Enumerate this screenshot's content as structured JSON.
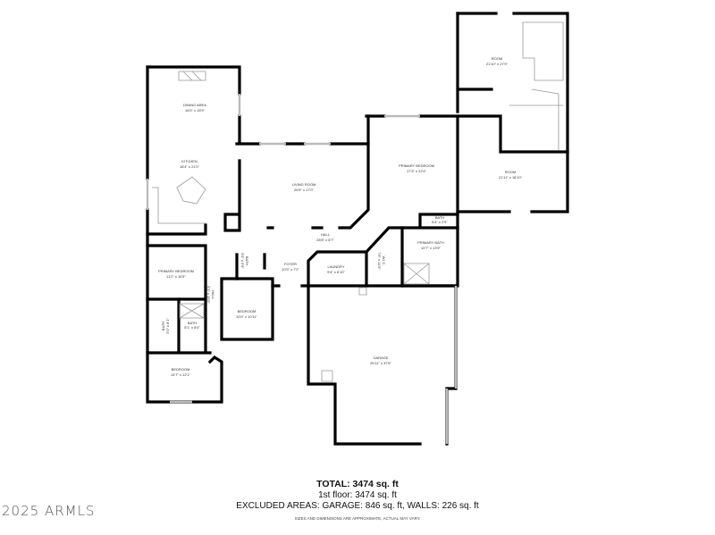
{
  "rooms": [
    {
      "name": "DINING AREA",
      "dims": "16'0\" x 15'9\""
    },
    {
      "name": "KITCHEN",
      "dims": "18'4\" x 21'0\""
    },
    {
      "name": "LIVING ROOM",
      "dims": "26'5\" x 17'0\""
    },
    {
      "name": "HALL",
      "dims": "28'8\" x 6'7\""
    },
    {
      "name": "FOYER",
      "dims": "10'9\" x 7'2\""
    },
    {
      "name": "LAUNDRY",
      "dims": "9'4\" x 6'10\""
    },
    {
      "name": "W.I.C.",
      "dims": "7'6\" x 11'9\""
    },
    {
      "name": "PRIMARY BEDROOM",
      "dims": "17'3\" x 22'4\""
    },
    {
      "name": "BATH",
      "dims": "6'4\" x 2'9\""
    },
    {
      "name": "PRIMARY BATH",
      "dims": "10'7\" x 13'9\""
    },
    {
      "name": "ROOM",
      "dims": "21'10\" x 27'9\""
    },
    {
      "name": "ROOM",
      "dims": "21'11\" x 18'10\""
    },
    {
      "name": "GARAGE",
      "dims": "29'11\" x 37'6\""
    },
    {
      "name": "PRIMARY BEDROOM",
      "dims": "11'2\" x 10'5\""
    },
    {
      "name": "HALL",
      "dims": "5'3\" x 15'9\""
    },
    {
      "name": "BATH",
      "dims": "5'0\" x 8'1\""
    },
    {
      "name": "BATH",
      "dims": "8'1\" x 8'4\""
    },
    {
      "name": "BEDROOM",
      "dims": "10'0\" x 10'11\""
    },
    {
      "name": "BEDROOM",
      "dims": "14'7\" x 12'1\""
    },
    {
      "name": "BATH",
      "dims": "5'5\" x 5'6\""
    }
  ],
  "summary": {
    "total": "TOTAL: 3474 sq. ft",
    "floor1": "1st floor: 3474 sq. ft",
    "excluded": "EXCLUDED AREAS: GARAGE: 846 sq. ft, WALLS: 226 sq. ft",
    "disclaimer": "SIZES AND DIMENSIONS ARE APPROXIMATE, ACTUAL MAY VARY."
  },
  "watermark": "2025 ARMLS"
}
